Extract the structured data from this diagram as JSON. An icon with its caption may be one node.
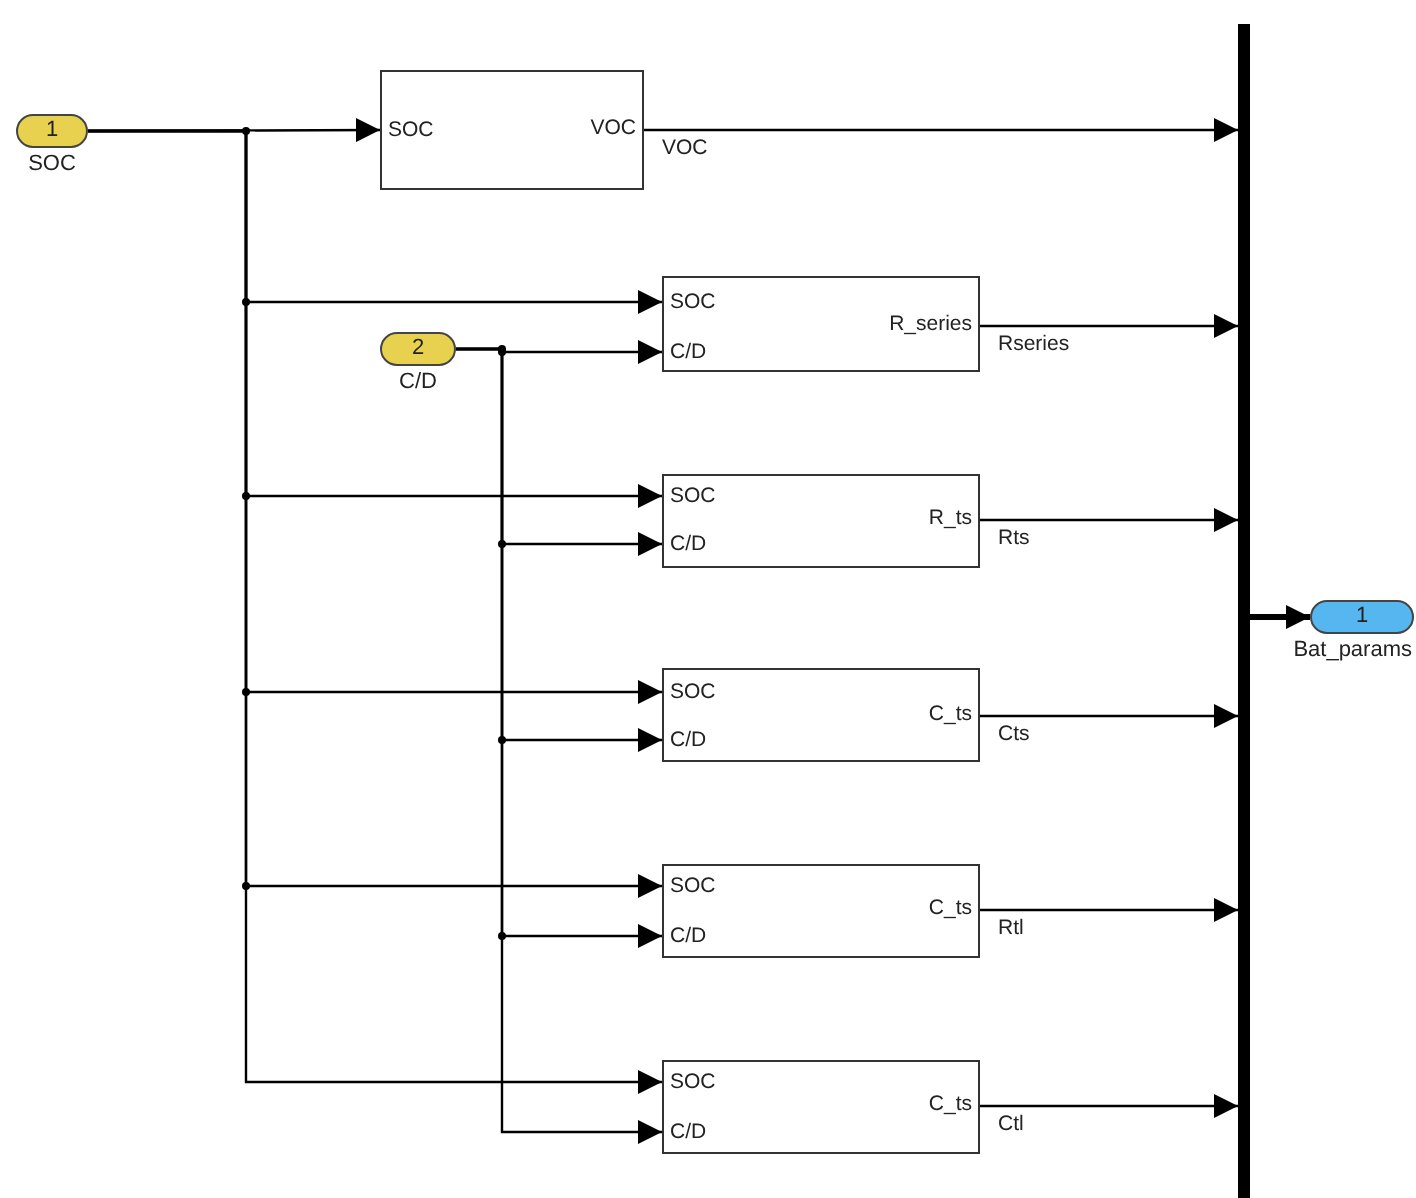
{
  "diagram": {
    "nodes": [
      {
        "text": [
          "1"
        ],
        "beside": [
          "SOC"
        ]
      },
      {
        "text": [
          "2"
        ],
        "beside": [
          "C/D"
        ]
      },
      {
        "text": [
          "SOC",
          "VOC"
        ]
      },
      {
        "text": [
          "SOC",
          "C/D",
          "R_series"
        ]
      },
      {
        "text": [
          "SOC",
          "C/D",
          "R_ts"
        ]
      },
      {
        "text": [
          "SOC",
          "C/D",
          "C_ts"
        ]
      },
      {
        "text": [
          "SOC",
          "C/D",
          "C_ts"
        ]
      },
      {
        "text": [
          "SOC",
          "C/D",
          "C_ts"
        ]
      },
      {
        "text": [],
        "shape": "bar"
      },
      {
        "text": [
          "1"
        ],
        "beside": [
          "Bat_params"
        ]
      }
    ],
    "edges": [
      {
        "from": 0,
        "to": 2,
        "arrow": "to"
      },
      {
        "from": 0,
        "to": 3,
        "arrow": "to"
      },
      {
        "from": 0,
        "to": 4,
        "arrow": "to"
      },
      {
        "from": 0,
        "to": 5,
        "arrow": "to"
      },
      {
        "from": 0,
        "to": 6,
        "arrow": "to"
      },
      {
        "from": 0,
        "to": 7,
        "arrow": "to"
      },
      {
        "from": 1,
        "to": 3,
        "arrow": "to"
      },
      {
        "from": 1,
        "to": 4,
        "arrow": "to"
      },
      {
        "from": 1,
        "to": 5,
        "arrow": "to"
      },
      {
        "from": 1,
        "to": 6,
        "arrow": "to"
      },
      {
        "from": 1,
        "to": 7,
        "arrow": "to"
      },
      {
        "from": 2,
        "to": 8,
        "arrow": "to",
        "label": "VOC"
      },
      {
        "from": 3,
        "to": 8,
        "arrow": "to",
        "label": "Rseries"
      },
      {
        "from": 4,
        "to": 8,
        "arrow": "to",
        "label": "Rts"
      },
      {
        "from": 5,
        "to": 8,
        "arrow": "to",
        "label": "Cts"
      },
      {
        "from": 6,
        "to": 8,
        "arrow": "to",
        "label": "Rtl"
      },
      {
        "from": 7,
        "to": 8,
        "arrow": "to",
        "label": "Ctl"
      },
      {
        "from": 8,
        "to": 9,
        "arrow": "to",
        "style": "thick"
      }
    ]
  }
}
